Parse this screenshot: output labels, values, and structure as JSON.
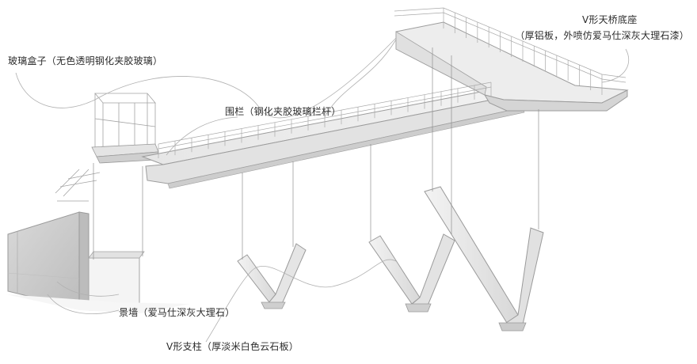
{
  "labels": {
    "glass_box": "玻璃盒子（无色透明钢化夹胶玻璃）",
    "railing": "围栏（钢化夹胶玻璃栏杆）",
    "v_base_title": "V形天桥底座",
    "v_base_material": "（厚铝板，外喷仿爱马仕深灰大理石漆）",
    "feature_wall": "景墙（爱马仕深灰大理石）",
    "v_columns": "V形支柱（厚淡米白色云石板）"
  },
  "colors": {
    "line": "#9a9a9a",
    "leader": "#b5b5b5",
    "surface": "#e9e9e9",
    "surface_dark": "#c9c9c9",
    "wall": "#d4d4d4",
    "text": "#2b2b2b"
  }
}
